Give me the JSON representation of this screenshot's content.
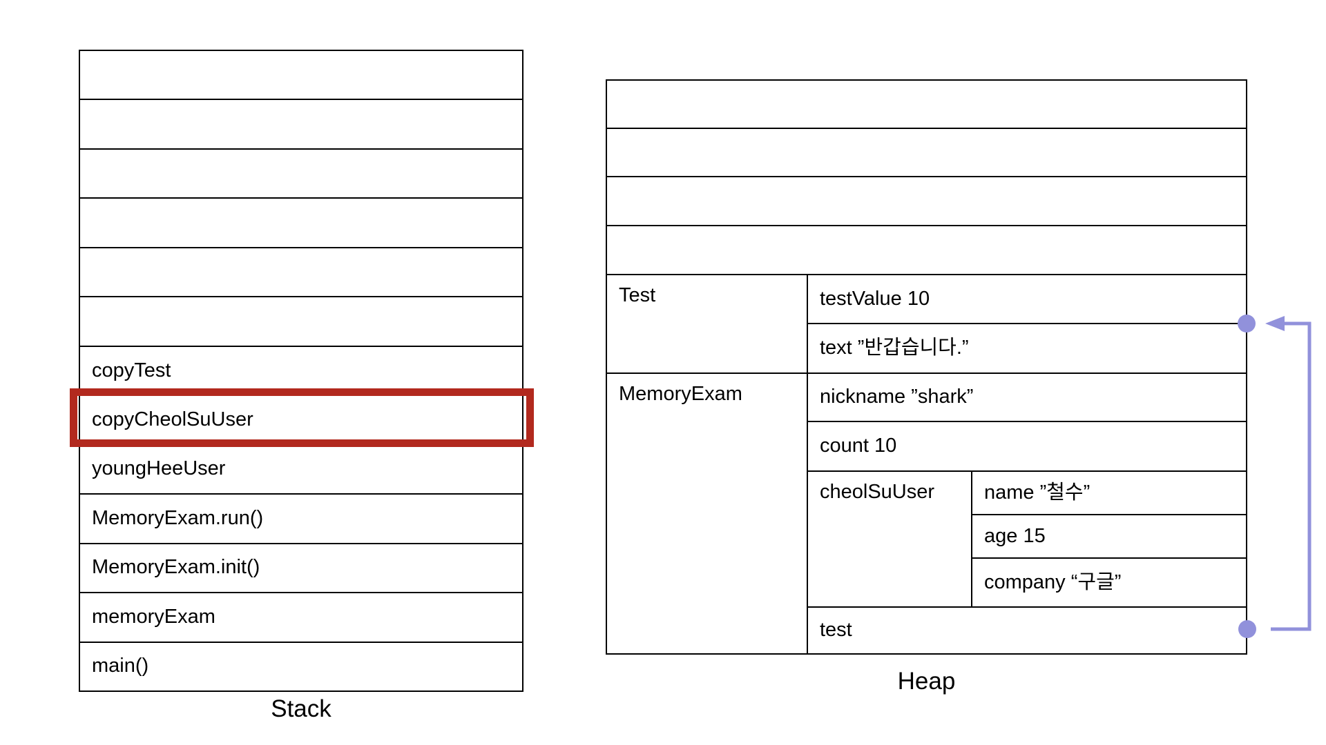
{
  "diagram": {
    "title_left": "Stack",
    "title_right": "Heap",
    "border_color": "#000000",
    "background_color": "#ffffff"
  },
  "stack": {
    "caption": "Stack",
    "empty_slots": 6,
    "frames": [
      "copyTest",
      "copyCheolSuUser",
      "youngHeeUser",
      "MemoryExam.run()",
      "MemoryExam.init()",
      "memoryExam",
      "main()"
    ],
    "highlighted_frame": "copyCheolSuUser",
    "highlight_color": "#b2291e"
  },
  "heap": {
    "caption": "Heap",
    "empty_slots": 4,
    "objects": [
      {
        "name": "Test",
        "fields": [
          "testValue 10",
          "text ”반갑습니다.”"
        ]
      },
      {
        "name": "MemoryExam",
        "fields": [
          "nickname ”shark”",
          "count 10"
        ],
        "nested": {
          "name": "cheolSuUser",
          "fields": [
            "name ”철수”",
            "age 15",
            "company “구글”"
          ]
        },
        "tail_field": "test"
      }
    ]
  },
  "connector": {
    "color": "#9191db",
    "from_field": "test",
    "to_row": "text ”반갑습니다.”"
  }
}
